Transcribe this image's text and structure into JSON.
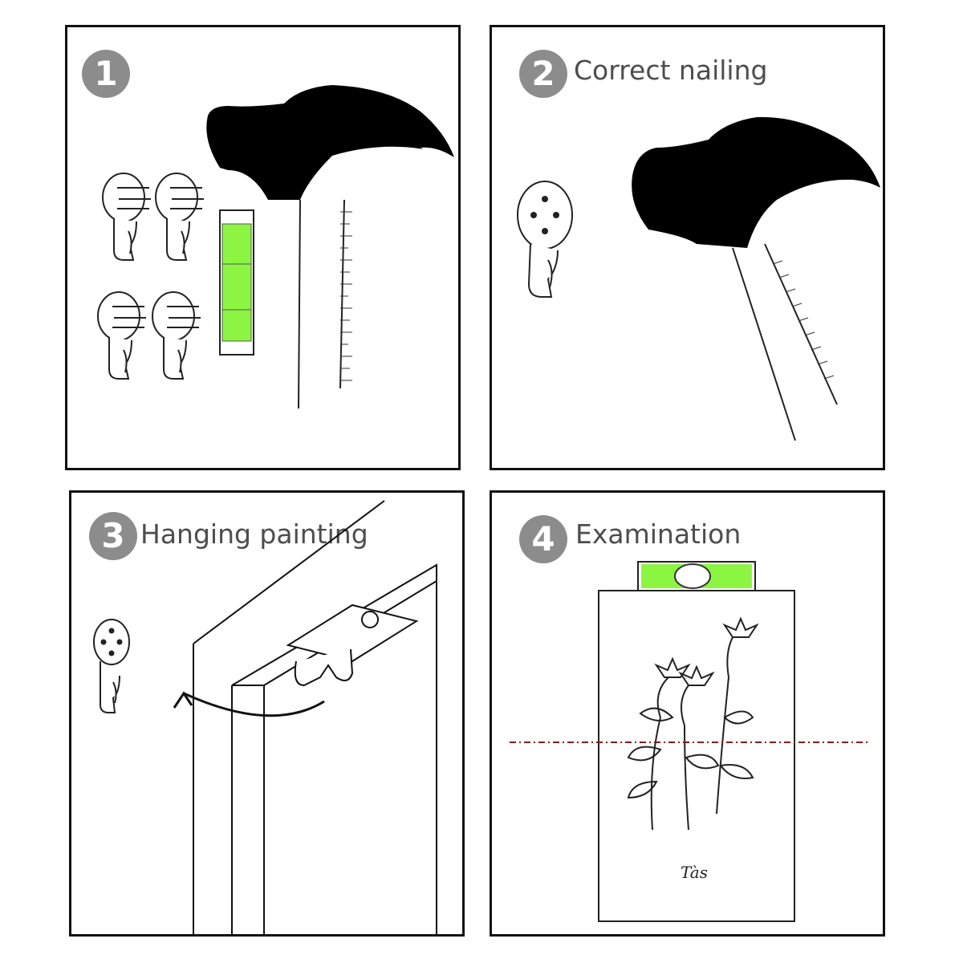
{
  "steps": [
    {
      "number": "1",
      "title": ""
    },
    {
      "number": "2",
      "title": "Correct nailing"
    },
    {
      "number": "3",
      "title": "Hanging painting"
    },
    {
      "number": "4",
      "title": "Examination"
    }
  ],
  "painting": {
    "signature": "Tàs"
  },
  "colors": {
    "badge": "#8c8c8c",
    "title_text": "#4d4d4d",
    "level_green": "#8cf542",
    "guide_line": "#8b1a1a"
  }
}
